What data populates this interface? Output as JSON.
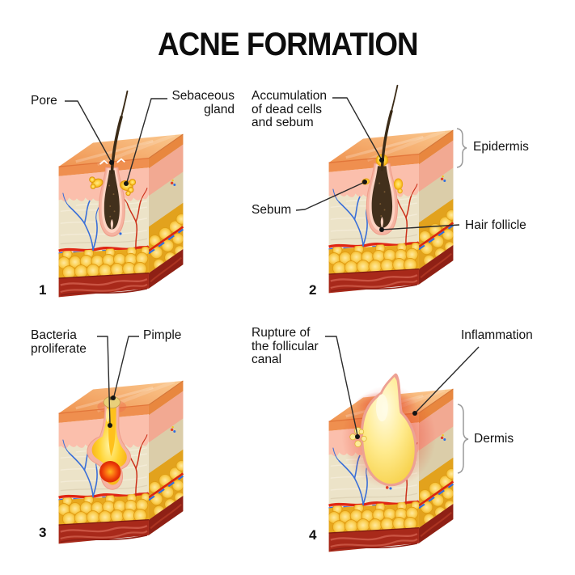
{
  "title": "ACNE FORMATION",
  "panels": [
    {
      "number": "1",
      "labels": {
        "pore": "Pore",
        "sebaceous_gland": "Sebaceous\ngland"
      }
    },
    {
      "number": "2",
      "labels": {
        "accumulation": "Accumulation\nof dead cells\nand sebum",
        "sebum": "Sebum",
        "epidermis": "Epidermis",
        "hair_follicle": "Hair follicle"
      }
    },
    {
      "number": "3",
      "labels": {
        "bacteria": "Bacteria\nproliferate",
        "pimple": "Pimple"
      }
    },
    {
      "number": "4",
      "labels": {
        "rupture": "Rupture of\nthe follicular\ncanal",
        "inflammation": "Inflammation",
        "dermis": "Dermis"
      }
    }
  ],
  "colors": {
    "background": "#ffffff",
    "text": "#111111",
    "skin_surface_orange": "#f29a55",
    "epidermis_pink": "#fbbfac",
    "dermis_beige": "#ece3c8",
    "fat_yellow": "#f8c53e",
    "muscle_red": "#a8291a",
    "vessel_red": "#cc2e18",
    "vessel_blue": "#3a6fd8",
    "sebum_yellow": "#ffd84d",
    "pus_yellow": "#ffe14a",
    "inflammation_red": "#e23c24",
    "hair_brown": "#3b2b17"
  }
}
